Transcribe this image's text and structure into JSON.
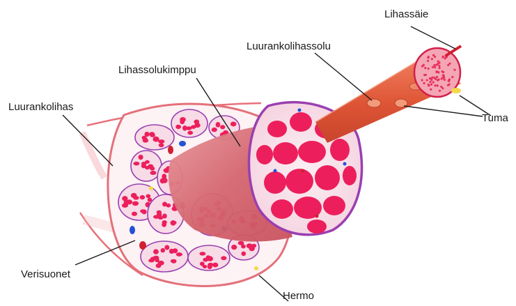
{
  "labels": {
    "luurankolihas": "Luurankolihas",
    "lihassolukimppu": "Lihassolukimppu",
    "luurankolihassolu": "Luurankolihassolu",
    "lihassaie": "Lihassäie",
    "tuma": "Tuma",
    "verisuonet": "Verisuonet",
    "hermo": "Hermo"
  },
  "colors": {
    "sheath": "#e8707a",
    "bundle_fill": "#f7dbe6",
    "bundle_edge": "#9a3fb0",
    "fiber": "#ec1f5c",
    "muscle_body": "#d66d73",
    "cell_orange": "#e05a3c",
    "fibril_pink": "#f4a6b5",
    "vessel_red": "#d11f2f",
    "vessel_blue": "#2450d6",
    "nerve_yellow": "#f5d84a"
  }
}
